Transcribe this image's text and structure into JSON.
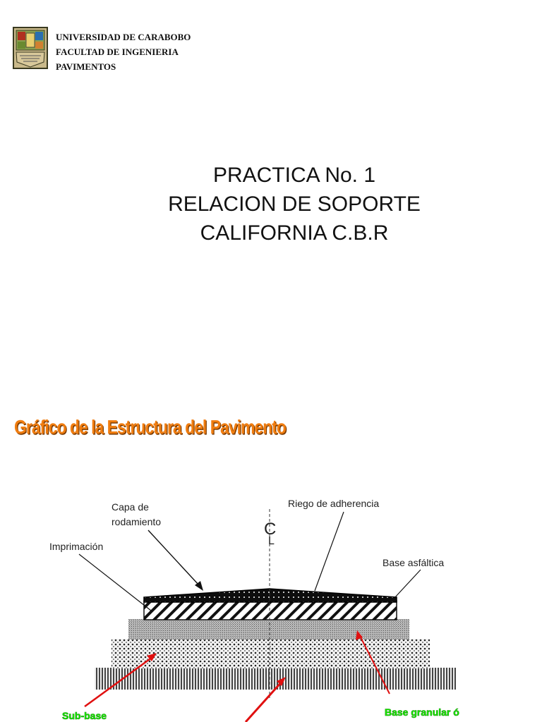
{
  "header": {
    "logo_icon": "university-seal-icon",
    "lines": [
      "UNIVERSIDAD DE CARABOBO",
      "FACULTAD DE INGENIERIA",
      "PAVIMENTOS"
    ]
  },
  "title": {
    "lines": [
      "PRACTICA No. 1",
      "RELACION DE SOPORTE",
      "CALIFORNIA C.B.R"
    ]
  },
  "section": {
    "heading": "Gráfico de la Estructura del Pavimento",
    "heading_color": "#f07d10"
  },
  "diagram": {
    "centerline_symbol": "C",
    "centerline_subscript": "L",
    "labels": {
      "capa_1": "Capa de",
      "capa_2": "rodamiento",
      "riego": "Riego de adherencia",
      "imprimacion": "Imprimación",
      "base_asfaltica": "Base asfáltica"
    },
    "bottom_labels": {
      "sub_base": "Sub-base",
      "base_granular": "Base granular ó"
    },
    "label_color_green": "#17e000",
    "arrow_color_red": "#e01010"
  }
}
